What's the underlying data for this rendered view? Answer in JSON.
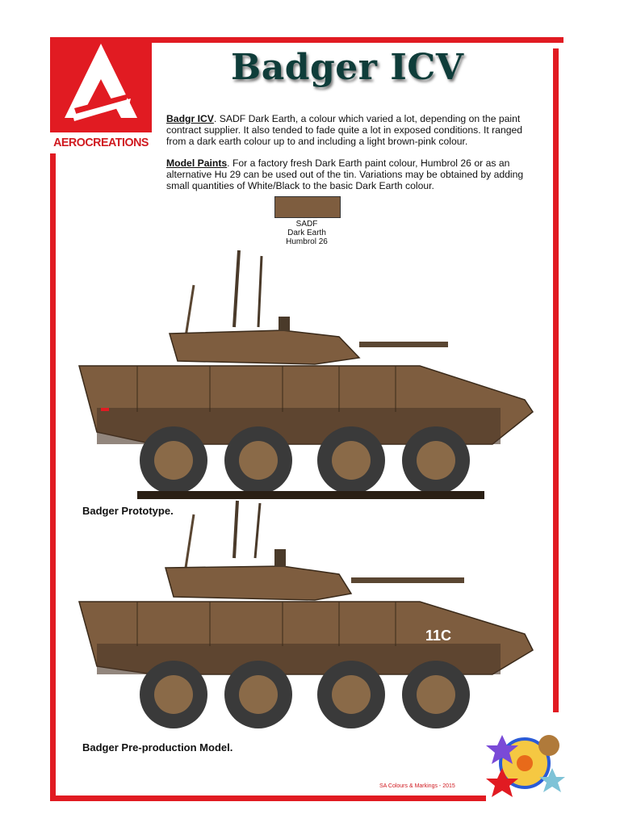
{
  "brand": {
    "name": "AEROCREATIONS",
    "colors": {
      "frame": "#e11b22",
      "title": "#0f3d3a",
      "dark_earth": "#7e5d3f"
    }
  },
  "title": "Badger ICV",
  "intro": {
    "lead": "Badgr ICV",
    "text": ". SADF Dark Earth, a colour which varied a lot, depending on the paint contract supplier. It also tended to fade quite a lot in exposed conditions. It ranged from a dark earth colour up to and including a light brown-pink colour."
  },
  "paints": {
    "lead": "Model Paints",
    "text": ". For a factory fresh Dark Earth paint colour, Humbrol 26 or as an alternative Hu 29 can be used out of the tin. Variations may be obtained by adding small quantities of White/Black to the basic Dark Earth colour."
  },
  "swatch": {
    "line1": "SADF",
    "line2": "Dark Earth",
    "line3": "Humbrol 26"
  },
  "vehicles": [
    {
      "caption": "Badger Prototype.",
      "marking": ""
    },
    {
      "caption": "Badger Pre-production Model.",
      "marking": "11C"
    }
  ],
  "footer": "SA Colours & Markings - 2015",
  "icons": [
    "aerocreations-logo-icon",
    "vehicle-side-view",
    "insignia-cluster-icon"
  ]
}
